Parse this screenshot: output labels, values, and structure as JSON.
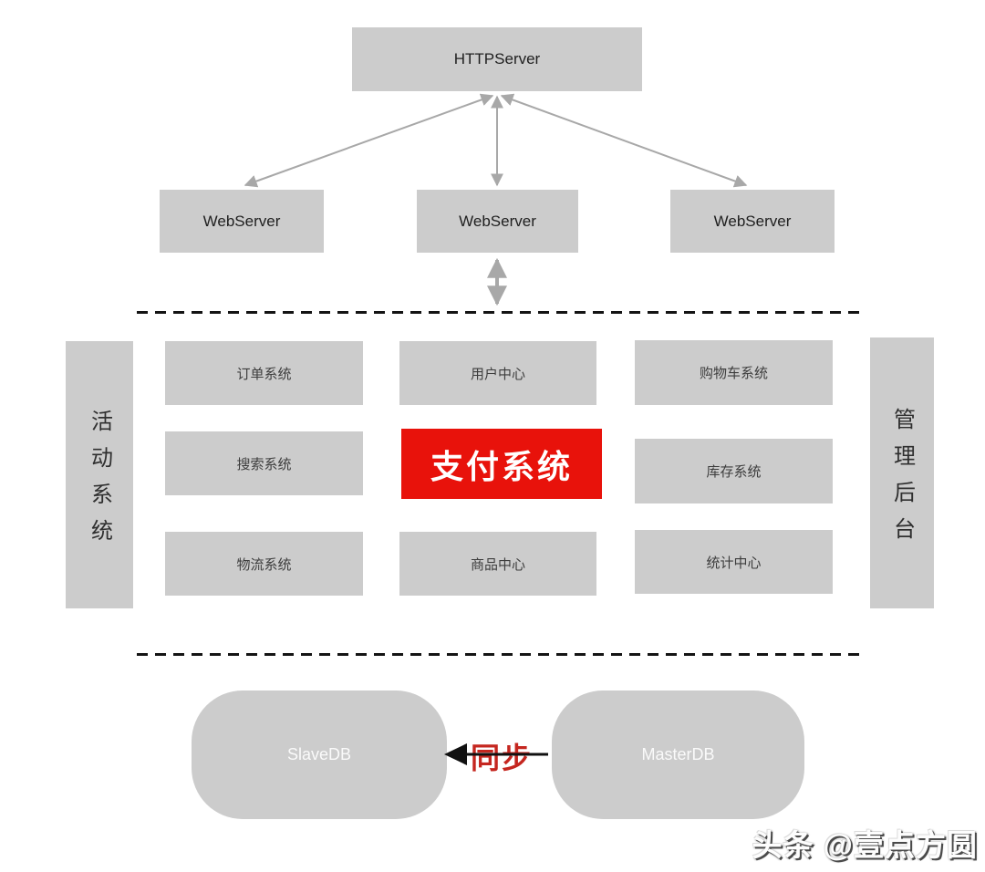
{
  "servers": {
    "http": "HTTPServer",
    "web": [
      "WebServer",
      "WebServer",
      "WebServer"
    ]
  },
  "side_bars": {
    "left": "活动系统",
    "right": "管理后台"
  },
  "modules": {
    "col1": [
      "订单系统",
      "搜索系统",
      "物流系统"
    ],
    "col2": [
      "用户中心",
      "支付系统",
      "商品中心"
    ],
    "col3": [
      "购物车系统",
      "库存系统",
      "统计中心"
    ]
  },
  "databases": {
    "slave": "SlaveDB",
    "master": "MasterDB",
    "sync_label": "同步"
  },
  "watermark": "头条 @壹点方圆",
  "colors": {
    "box_gray": "#cccccc",
    "highlight_red": "#e8120b",
    "sync_red": "#c5261f",
    "arrow_gray": "#a8a8a8",
    "dash_black": "#141414"
  }
}
